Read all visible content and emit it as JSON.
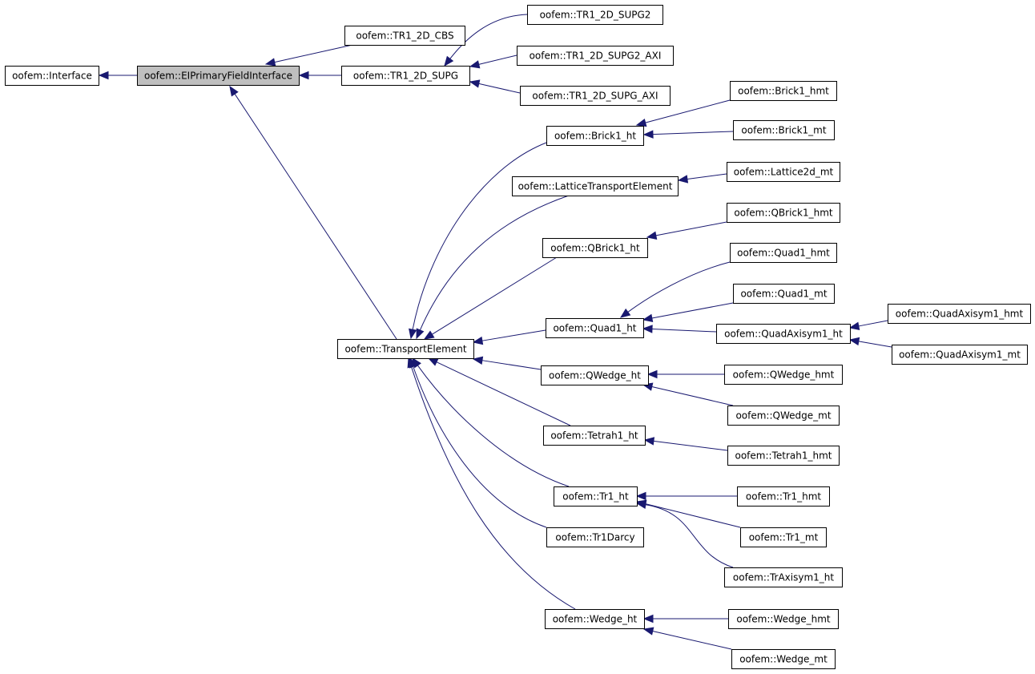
{
  "colors": {
    "edge": "#191970",
    "node_fill": "#ffffff",
    "highlight_fill": "#bfbfbf",
    "border": "#000000"
  },
  "nodes": [
    {
      "id": "interface",
      "label": "oofem::Interface"
    },
    {
      "id": "eipfi",
      "label": "oofem::EIPrimaryFieldInterface",
      "highlight": true
    },
    {
      "id": "tr1cbs",
      "label": "oofem::TR1_2D_CBS"
    },
    {
      "id": "tr1supg",
      "label": "oofem::TR1_2D_SUPG"
    },
    {
      "id": "tr1supg2",
      "label": "oofem::TR1_2D_SUPG2"
    },
    {
      "id": "tr1supg2axi",
      "label": "oofem::TR1_2D_SUPG2_AXI"
    },
    {
      "id": "tr1supgaxi",
      "label": "oofem::TR1_2D_SUPG_AXI"
    },
    {
      "id": "transport",
      "label": "oofem::TransportElement"
    },
    {
      "id": "brick1ht",
      "label": "oofem::Brick1_ht"
    },
    {
      "id": "brick1hmt",
      "label": "oofem::Brick1_hmt"
    },
    {
      "id": "brick1mt",
      "label": "oofem::Brick1_mt"
    },
    {
      "id": "latticete",
      "label": "oofem::LatticeTransportElement"
    },
    {
      "id": "lattice2dmt",
      "label": "oofem::Lattice2d_mt"
    },
    {
      "id": "qbrick1ht",
      "label": "oofem::QBrick1_ht"
    },
    {
      "id": "qbrick1hmt",
      "label": "oofem::QBrick1_hmt"
    },
    {
      "id": "quad1ht",
      "label": "oofem::Quad1_ht"
    },
    {
      "id": "quad1hmt",
      "label": "oofem::Quad1_hmt"
    },
    {
      "id": "quad1mt",
      "label": "oofem::Quad1_mt"
    },
    {
      "id": "quadaxiht",
      "label": "oofem::QuadAxisym1_ht"
    },
    {
      "id": "quadaxihmt",
      "label": "oofem::QuadAxisym1_hmt"
    },
    {
      "id": "quadaximt",
      "label": "oofem::QuadAxisym1_mt"
    },
    {
      "id": "qwedgeht",
      "label": "oofem::QWedge_ht"
    },
    {
      "id": "qwedgehmt",
      "label": "oofem::QWedge_hmt"
    },
    {
      "id": "qwedgemt",
      "label": "oofem::QWedge_mt"
    },
    {
      "id": "tetrah1ht",
      "label": "oofem::Tetrah1_ht"
    },
    {
      "id": "tetrah1hmt",
      "label": "oofem::Tetrah1_hmt"
    },
    {
      "id": "tr1ht",
      "label": "oofem::Tr1_ht"
    },
    {
      "id": "tr1hmt",
      "label": "oofem::Tr1_hmt"
    },
    {
      "id": "tr1mt",
      "label": "oofem::Tr1_mt"
    },
    {
      "id": "traxiht",
      "label": "oofem::TrAxisym1_ht"
    },
    {
      "id": "tr1darcy",
      "label": "oofem::Tr1Darcy"
    },
    {
      "id": "wedgeht",
      "label": "oofem::Wedge_ht"
    },
    {
      "id": "wedgehmt",
      "label": "oofem::Wedge_hmt"
    },
    {
      "id": "wedgemt",
      "label": "oofem::Wedge_mt"
    }
  ],
  "edges": [
    {
      "from": "eipfi",
      "to": "interface"
    },
    {
      "from": "tr1cbs",
      "to": "eipfi"
    },
    {
      "from": "tr1supg",
      "to": "eipfi"
    },
    {
      "from": "transport",
      "to": "eipfi"
    },
    {
      "from": "tr1supg2",
      "to": "tr1supg"
    },
    {
      "from": "tr1supg2axi",
      "to": "tr1supg"
    },
    {
      "from": "tr1supgaxi",
      "to": "tr1supg"
    },
    {
      "from": "brick1ht",
      "to": "transport"
    },
    {
      "from": "latticete",
      "to": "transport"
    },
    {
      "from": "qbrick1ht",
      "to": "transport"
    },
    {
      "from": "quad1ht",
      "to": "transport"
    },
    {
      "from": "qwedgeht",
      "to": "transport"
    },
    {
      "from": "tetrah1ht",
      "to": "transport"
    },
    {
      "from": "tr1ht",
      "to": "transport"
    },
    {
      "from": "tr1darcy",
      "to": "transport"
    },
    {
      "from": "wedgeht",
      "to": "transport"
    },
    {
      "from": "brick1hmt",
      "to": "brick1ht"
    },
    {
      "from": "brick1mt",
      "to": "brick1ht"
    },
    {
      "from": "lattice2dmt",
      "to": "latticete"
    },
    {
      "from": "qbrick1hmt",
      "to": "qbrick1ht"
    },
    {
      "from": "quad1hmt",
      "to": "quad1ht"
    },
    {
      "from": "quad1mt",
      "to": "quad1ht"
    },
    {
      "from": "quadaxiht",
      "to": "quad1ht"
    },
    {
      "from": "quadaxihmt",
      "to": "quadaxiht"
    },
    {
      "from": "quadaximt",
      "to": "quadaxiht"
    },
    {
      "from": "qwedgehmt",
      "to": "qwedgeht"
    },
    {
      "from": "qwedgemt",
      "to": "qwedgeht"
    },
    {
      "from": "tetrah1hmt",
      "to": "tetrah1ht"
    },
    {
      "from": "tr1hmt",
      "to": "tr1ht"
    },
    {
      "from": "tr1mt",
      "to": "tr1ht"
    },
    {
      "from": "traxiht",
      "to": "tr1ht"
    },
    {
      "from": "wedgehmt",
      "to": "wedgeht"
    },
    {
      "from": "wedgemt",
      "to": "wedgeht"
    }
  ]
}
